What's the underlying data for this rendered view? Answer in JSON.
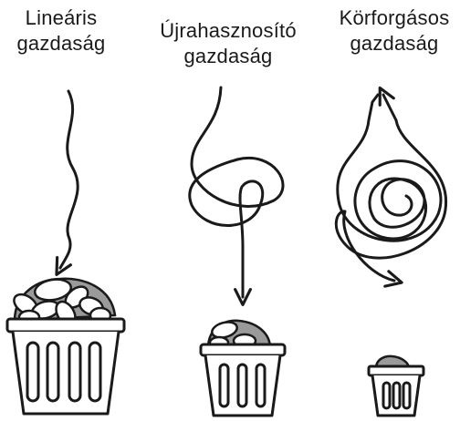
{
  "columns": [
    {
      "line1": "Lineáris",
      "line2": "gazdaság"
    },
    {
      "line1": "Újrahasznosító",
      "line2": "gazdaság"
    },
    {
      "line1": "Körforgásos",
      "line2": "gazdaság"
    }
  ],
  "colors": {
    "stroke": "#1a1a1a",
    "trash_item": "#ffffff",
    "trash_shadow": "#9a9a9a",
    "background": "#ffffff"
  },
  "icons": [
    "wavy-arrow-icon",
    "tangled-arrow-icon",
    "looping-arrow-icon",
    "trash-bin-icon"
  ]
}
